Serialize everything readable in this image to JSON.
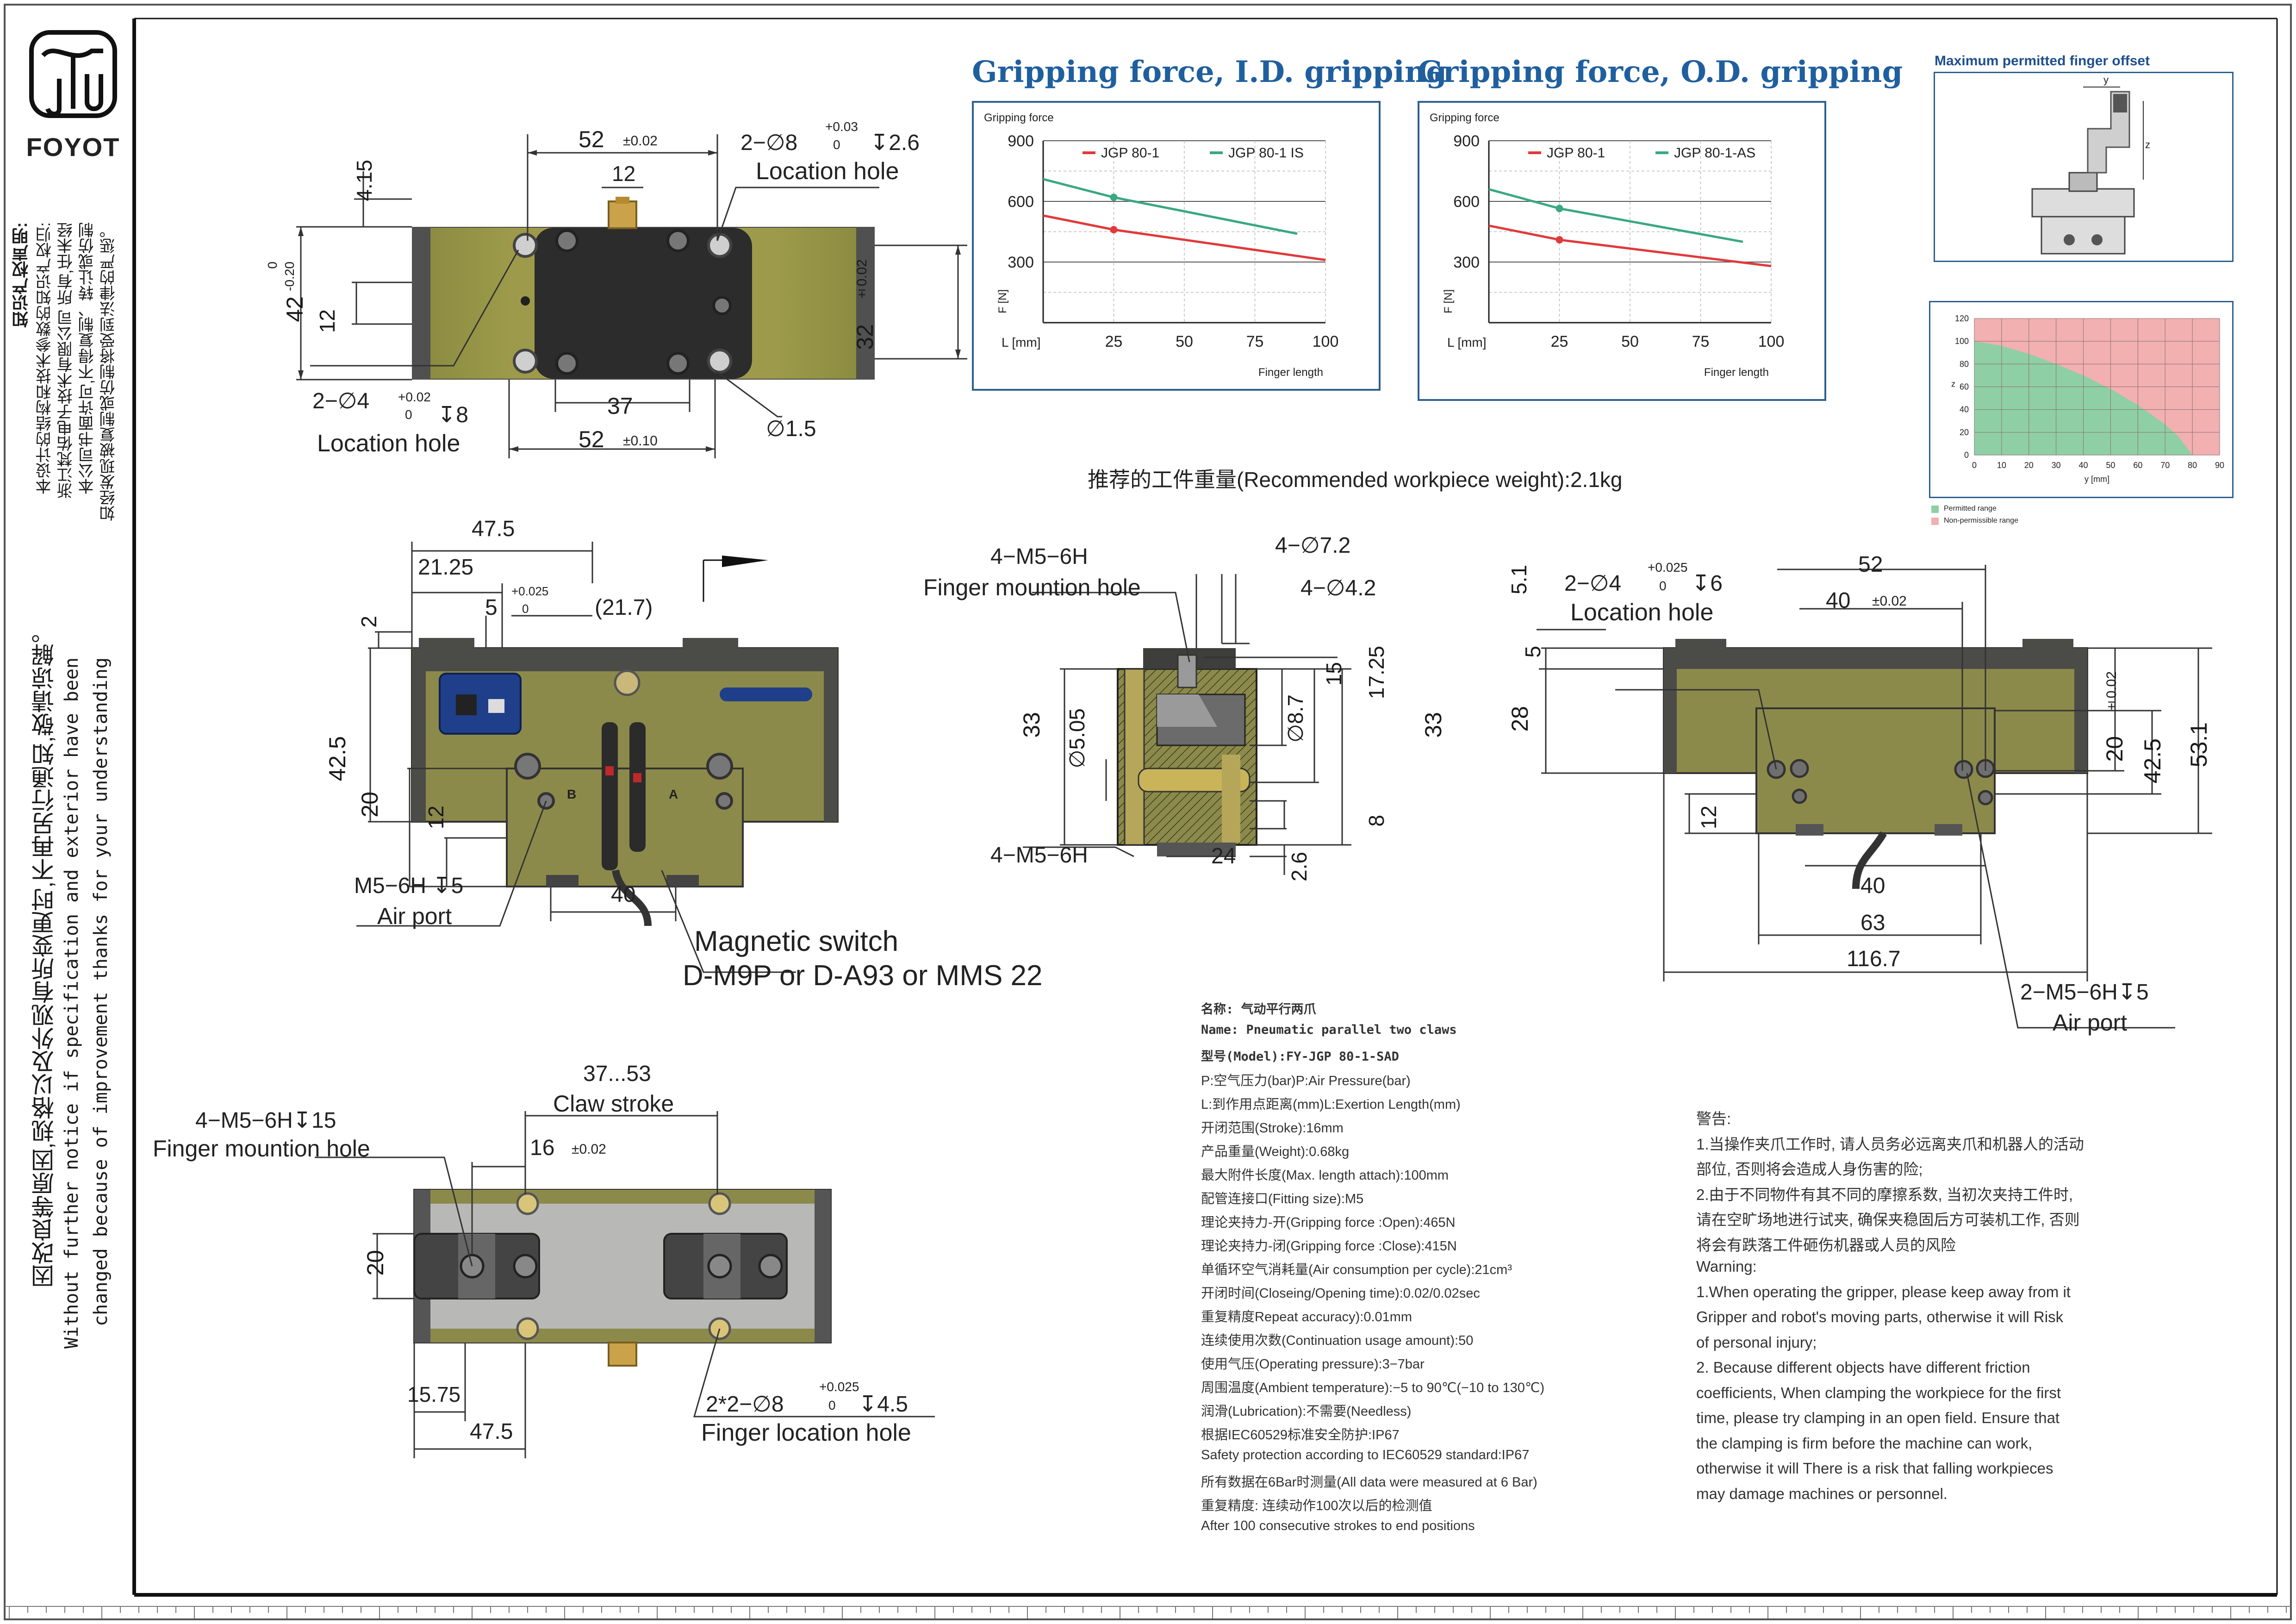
{
  "logo": {
    "brand": "FOYOT"
  },
  "side_notes": {
    "ip_title": "知识产权声明:",
    "ip_lines": [
      "本设计的结构和技术参数的知识产权归:",
      "浙江梵佑电子技术有限公司 所有,任未经",
      "本公司书面许可,不得复制、转让或仿制",
      "如经发现被复制或仿制将受到法律的严惩。"
    ],
    "notice_cn": "因改良等原因,规格以及外观有所变更时,不再另行通知,敬请谅解。",
    "notice_en_1": "Without further notice if specification and exterior have been",
    "notice_en_2": "changed because of improvement thanks for your understanding"
  },
  "top_view": {
    "dim_52_main": "52",
    "dim_52_tol": "±0.02",
    "dim_12_top": "12",
    "dim_415": "4.15",
    "dim_42": "42",
    "dim_42_tol_top": "0",
    "dim_42_tol_bot": "-0.20",
    "dim_12_left": "12",
    "dim_32": "32",
    "dim_32_tol": "±0.02",
    "hole_top_label": "2−∅8",
    "hole_top_tol_top": "+0.03",
    "hole_top_tol_bot": "0",
    "hole_top_depth": "↧2.6",
    "hole_top_name": "Location hole",
    "hole_bot_label": "2−∅4",
    "hole_bot_tol_top": "+0.02",
    "hole_bot_tol_bot": "0",
    "hole_bot_depth": "↧8",
    "hole_bot_name": "Location hole",
    "dim_37": "37",
    "dim_52_bot": "52",
    "dim_52_bot_tol": "±0.10",
    "dim_15": "∅1.5"
  },
  "chart_id": {
    "title": "Gripping force, I.D. gripping",
    "ylabel_top": "Gripping force",
    "ylabel_unit": "F [N]",
    "xlabel_prefix": "L [mm]",
    "xlabel": "Finger length",
    "y_ticks": [
      "900",
      "600",
      "300"
    ],
    "x_ticks": [
      "25",
      "50",
      "75",
      "100"
    ],
    "series_labels": [
      "JGP 80-1",
      "JGP 80-1 IS"
    ]
  },
  "chart_od": {
    "title": "Gripping force, O.D. gripping",
    "ylabel_top": "Gripping force",
    "ylabel_unit": "F [N]",
    "xlabel_prefix": "L [mm]",
    "xlabel": "Finger length",
    "y_ticks": [
      "900",
      "600",
      "300"
    ],
    "x_ticks": [
      "25",
      "50",
      "75",
      "100"
    ],
    "series_labels": [
      "JGP 80-1",
      "JGP 80-1-AS"
    ]
  },
  "offset_panel": {
    "title": "Maximum permitted finger offset",
    "y_label": "y",
    "z_label": "z",
    "chart_xlabel": "y [mm]",
    "chart_ylabel": "z",
    "chart_x_ticks": [
      "0",
      "10",
      "20",
      "30",
      "40",
      "50",
      "60",
      "70",
      "80",
      "90"
    ],
    "chart_y_ticks": [
      "0",
      "20",
      "40",
      "60",
      "80",
      "100",
      "120"
    ],
    "legend_permitted": "Permitted range",
    "legend_non": "Non-permissible range"
  },
  "chart_data": [
    {
      "type": "line",
      "title": "Gripping force, I.D. gripping",
      "xlabel": "Finger length",
      "ylabel": "F [N]",
      "xlim": [
        0,
        100
      ],
      "ylim": [
        0,
        900
      ],
      "series": [
        {
          "name": "JGP 80-1",
          "color": "#e03a3a",
          "x": [
            0,
            25,
            100
          ],
          "y": [
            530,
            460,
            310
          ]
        },
        {
          "name": "JGP 80-1 IS",
          "color": "#3aa882",
          "x": [
            0,
            25,
            90
          ],
          "y": [
            710,
            620,
            440
          ]
        }
      ]
    },
    {
      "type": "line",
      "title": "Gripping force, O.D. gripping",
      "xlabel": "Finger length",
      "ylabel": "F [N]",
      "xlim": [
        0,
        100
      ],
      "ylim": [
        0,
        900
      ],
      "series": [
        {
          "name": "JGP 80-1",
          "color": "#e03a3a",
          "x": [
            0,
            25,
            100
          ],
          "y": [
            480,
            410,
            280
          ]
        },
        {
          "name": "JGP 80-1-AS",
          "color": "#3aa882",
          "x": [
            0,
            25,
            90
          ],
          "y": [
            660,
            565,
            400
          ]
        }
      ]
    },
    {
      "type": "area",
      "title": "Maximum permitted finger offset",
      "xlabel": "y [mm]",
      "ylabel": "z",
      "xlim": [
        0,
        90
      ],
      "ylim": [
        0,
        120
      ],
      "grid": true,
      "series": [
        {
          "name": "Permitted range",
          "color": "#8fcfa5",
          "x": [
            0,
            10,
            20,
            30,
            40,
            50,
            60,
            70,
            75,
            80
          ],
          "y": [
            100,
            96,
            89,
            80,
            70,
            58,
            44,
            27,
            16,
            0
          ]
        }
      ]
    }
  ],
  "workpiece_weight": "推荐的工件重量(Recommended workpiece weight):2.1kg",
  "front_view": {
    "dim_475": "47.5",
    "dim_2125": "21.25",
    "dim_5": "5",
    "dim_5_tol_top": "+0.025",
    "dim_5_tol_bot": "0",
    "dim_217": "(21.7)",
    "dim_2": "2",
    "dim_425": "42.5",
    "dim_20": "20",
    "dim_12": "12",
    "dim_40": "40",
    "air_port": "M5−6H ↧5",
    "air_port_name": "Air port",
    "port_a": "A",
    "port_b": "B",
    "magnetic_switch_title": "Magnetic switch",
    "magnetic_switch_models": "D-M9P or D-A93 or MMS 22"
  },
  "section_view": {
    "finger_hole": "4−M5−6H",
    "finger_hole_name": "Finger mountion hole",
    "dim_72": "4−∅7.2",
    "dim_42": "4−∅4.2",
    "dim_33_left": "33",
    "dim_505": "∅5.05",
    "dim_15": "15",
    "dim_1725": "17.25",
    "dim_87": "∅8.7",
    "dim_33_right": "33",
    "dim_8": "8",
    "dim_26": "2.6",
    "bottom_hole": "4−M5−6H",
    "dim_24": "24"
  },
  "rear_view": {
    "dim_51": "5.1",
    "hole_label": "2−∅4",
    "hole_tol_top": "+0.025",
    "hole_tol_bot": "0",
    "hole_depth": "↧6",
    "hole_name": "Location hole",
    "dim_52": "52",
    "dim_40_top": "40",
    "dim_40_tol": "±0.02",
    "dim_5": "5",
    "dim_28": "28",
    "dim_20": "20",
    "dim_20_tol": "±0.02",
    "dim_425": "42.5",
    "dim_531": "53.1",
    "dim_12": "12",
    "dim_40_bot": "40",
    "dim_63": "63",
    "dim_1167": "116.7",
    "air_port": "2−M5−6H↧5",
    "air_port_name": "Air port"
  },
  "bottom_view": {
    "dim_stroke": "37...53",
    "stroke_name": "Claw stroke",
    "finger_hole": "4−M5−6H↧15",
    "finger_hole_name": "Finger mountion hole",
    "dim_16": "16",
    "dim_16_tol": "±0.02",
    "dim_20": "20",
    "dim_1575": "15.75",
    "dim_475": "47.5",
    "loc_hole": "2*2−∅8",
    "loc_tol_top": "+0.025",
    "loc_tol_bot": "0",
    "loc_depth": "↧4.5",
    "loc_hole_name": "Finger location hole"
  },
  "specs": [
    "名称: 气动平行两爪",
    "Name: Pneumatic parallel two claws",
    "型号(Model):FY-JGP 80-1-SAD",
    "P:空气压力(bar)P:Air Pressure(bar)",
    "L:到作用点距离(mm)L:Exertion Length(mm)",
    "开闭范围(Stroke):16mm",
    "产品重量(Weight):0.68kg",
    "最大附件长度(Max. length attach):100mm",
    "配管连接口(Fitting size):M5",
    "理论夹持力-开(Gripping force :Open):465N",
    "理论夹持力-闭(Gripping force :Close):415N",
    "单循环空气消耗量(Air consumption per cycle):21cm³",
    "开闭时间(Closeing/Opening time):0.02/0.02sec",
    "重复精度Repeat accuracy):0.01mm",
    "连续使用次数(Continuation usage amount):50",
    "使用气压(Operating pressure):3−7bar",
    "周围温度(Ambient temperature):−5 to 90℃(−10 to 130℃)",
    "润滑(Lubrication):不需要(Needless)",
    "根据IEC60529标准安全防护:IP67",
    "Safety protection according to IEC60529 standard:IP67",
    "所有数据在6Bar时测量(All data were measured at 6 Bar)",
    "重复精度: 连续动作100次以后的检测值",
    "After 100 consecutive strokes to end positions"
  ],
  "warnings": [
    "警告:",
    "1.当操作夹爪工作时, 请人员务必远离夹爪和机器人的活动",
    "部位, 否则将会造成人身伤害的险;",
    "2.由于不同物件有其不同的摩擦系数, 当初次夹持工件时,",
    "请在空旷场地进行试夹, 确保夹稳固后方可装机工作, 否则",
    "将会有跌落工件砸伤机器或人员的风险",
    "Warning:",
    "1.When operating the gripper, please keep away from it",
    "Gripper and robot's moving parts, otherwise it will Risk",
    "of personal injury;",
    "2. Because different objects have different friction",
    "coefficients, When clamping the workpiece for the first",
    "time, please try clamping in an open field. Ensure that",
    "the clamping is firm before the machine can work,",
    "otherwise it will There is a risk that falling workpieces",
    "may damage machines or personnel."
  ]
}
